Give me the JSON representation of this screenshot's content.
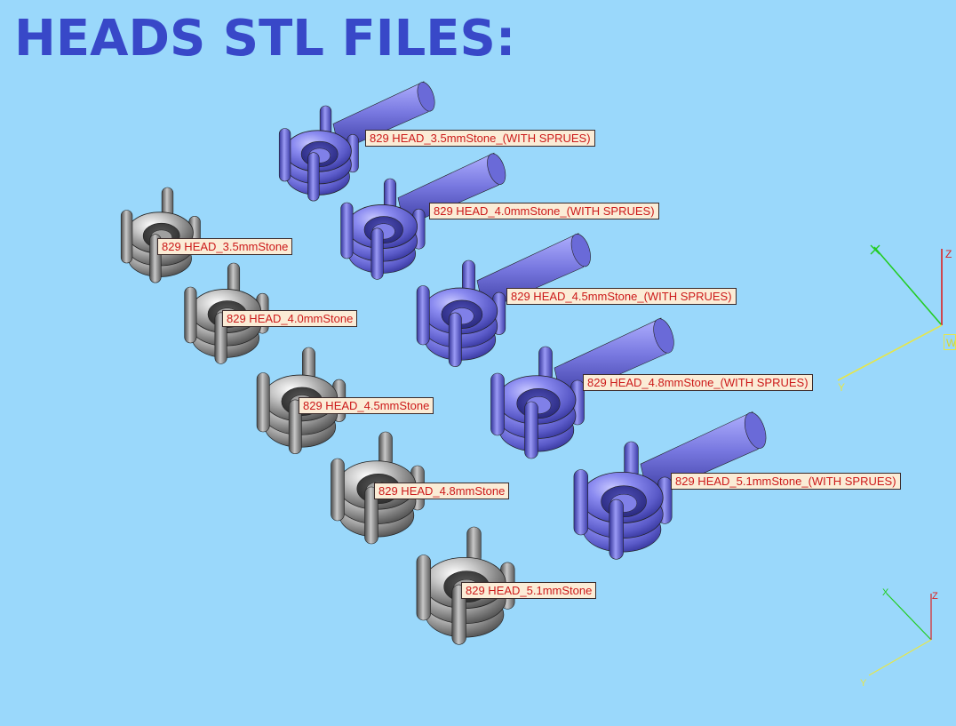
{
  "page": {
    "title": "HEADS STL FILES:"
  },
  "models": {
    "plain": [
      "829 HEAD_3.5mmStone",
      "829 HEAD_4.0mmStone",
      "829 HEAD_4.5mmStone",
      "829 HEAD_4.8mmStone",
      "829 HEAD_5.1mmStone"
    ],
    "sprued": [
      "829 HEAD_3.5mmStone_(WITH SPRUES)",
      "829 HEAD_4.0mmStone_(WITH SPRUES)",
      "829 HEAD_4.5mmStone_(WITH SPRUES)",
      "829 HEAD_4.8mmStone_(WITH SPRUES)",
      "829 HEAD_5.1mmStone_(WITH SPRUES)"
    ]
  },
  "axes": {
    "main": {
      "x": "X",
      "y": "Y",
      "z": "Z",
      "w": "W"
    },
    "mini": {
      "x": "X",
      "y": "Y",
      "z": "Z"
    }
  },
  "colors": {
    "background": "#9ad8fb",
    "title": "#3848c8",
    "plain_model": "#9a9a9a",
    "sprued_model": "#7a7ae8",
    "label_text": "#cc1a1a",
    "label_bg": "#fbecd6",
    "axis_x": "#22cc22",
    "axis_y": "#e6e64a",
    "axis_z": "#dd2222"
  }
}
